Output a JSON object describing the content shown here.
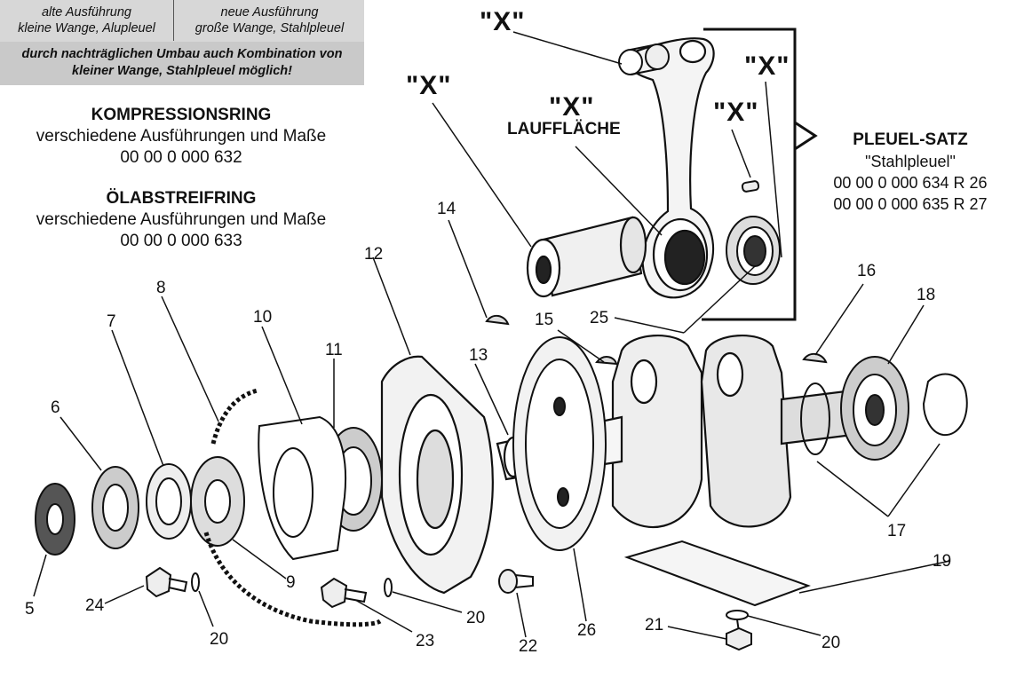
{
  "header": {
    "col1_line1": "alte Ausführung",
    "col1_line2": "kleine Wange, Alupleuel",
    "col2_line1": "neue Ausführung",
    "col2_line2": "große Wange, Stahlpleuel",
    "note_line1": "durch nachträglichen Umbau auch Kombination von",
    "note_line2": "kleiner Wange, Stahlpleuel möglich!"
  },
  "kompressionsring": {
    "title": "KOMPRESSIONSRING",
    "desc": "verschiedene Ausführungen und Maße",
    "number": "00 00 0 000 632"
  },
  "oelabstreifring": {
    "title": "ÖLABSTREIFRING",
    "desc": "verschiedene Ausführungen und Maße",
    "number": "00 00 0 000 633"
  },
  "pleuel_satz": {
    "title": "PLEUEL-SATZ",
    "subtitle": "\"Stahlpleuel\"",
    "line1": "00 00 0 000 634 R 26",
    "line2": "00 00 0 000 635 R 27"
  },
  "markers": {
    "x": "\"X\"",
    "lauflaeche": "LAUFFLÄCHE"
  },
  "part_numbers": [
    "5",
    "6",
    "7",
    "8",
    "9",
    "10",
    "11",
    "12",
    "13",
    "14",
    "15",
    "16",
    "17",
    "18",
    "19",
    "20",
    "21",
    "22",
    "23",
    "24",
    "25",
    "26"
  ],
  "extra_numbers": {
    "n20a": "20",
    "n20b": "20",
    "n20c": "20"
  }
}
